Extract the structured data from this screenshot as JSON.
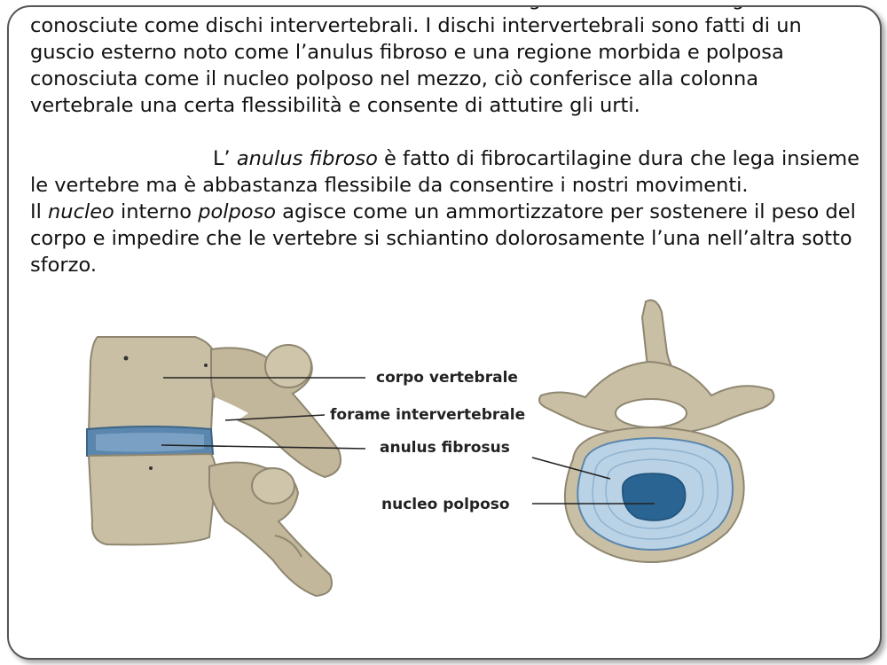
{
  "paragraphs": {
    "p1": "Tra le vertebre della colonna vertebrale vi sono regioni sottili di cartilagine conosciute come dischi intervertebrali. I dischi intervertebrali sono fatti di un guscio esterno noto come l’anulus fibroso e una regione morbida e polposa conosciuta come il nucleo polposo nel mezzo, ciò conferisce alla colonna vertebrale una certa flessibilità e consente di attutire gli urti.",
    "p2": {
      "lead": "L’ ",
      "term": "anulus fibroso",
      "rest": " è fatto di fibrocartilagine dura che lega insieme le vertebre ma è abbastanza flessibile da consentire i nostri movimenti."
    },
    "p3": {
      "lead": "Il ",
      "term1": "nucleo",
      "mid1": " interno ",
      "term2": "polposo",
      "rest": " agisce come un ammortizzatore per sostenere il peso del corpo e impedire che le vertebre si schiantino dolorosamente l’una nell’altra sotto sforzo."
    }
  },
  "labels": {
    "corpo_vertebrale": "corpo vertebrale",
    "forame": "forame intervertebrale",
    "anulus": "anulus fibrosus",
    "nucleo": "nucleo polposo"
  },
  "colors": {
    "bone": "#c9bfa5",
    "bone_dark": "#8e8670",
    "disc": "#5b86ad",
    "disc_light": "#b9d2e6",
    "nucleus": "#2a6492"
  }
}
